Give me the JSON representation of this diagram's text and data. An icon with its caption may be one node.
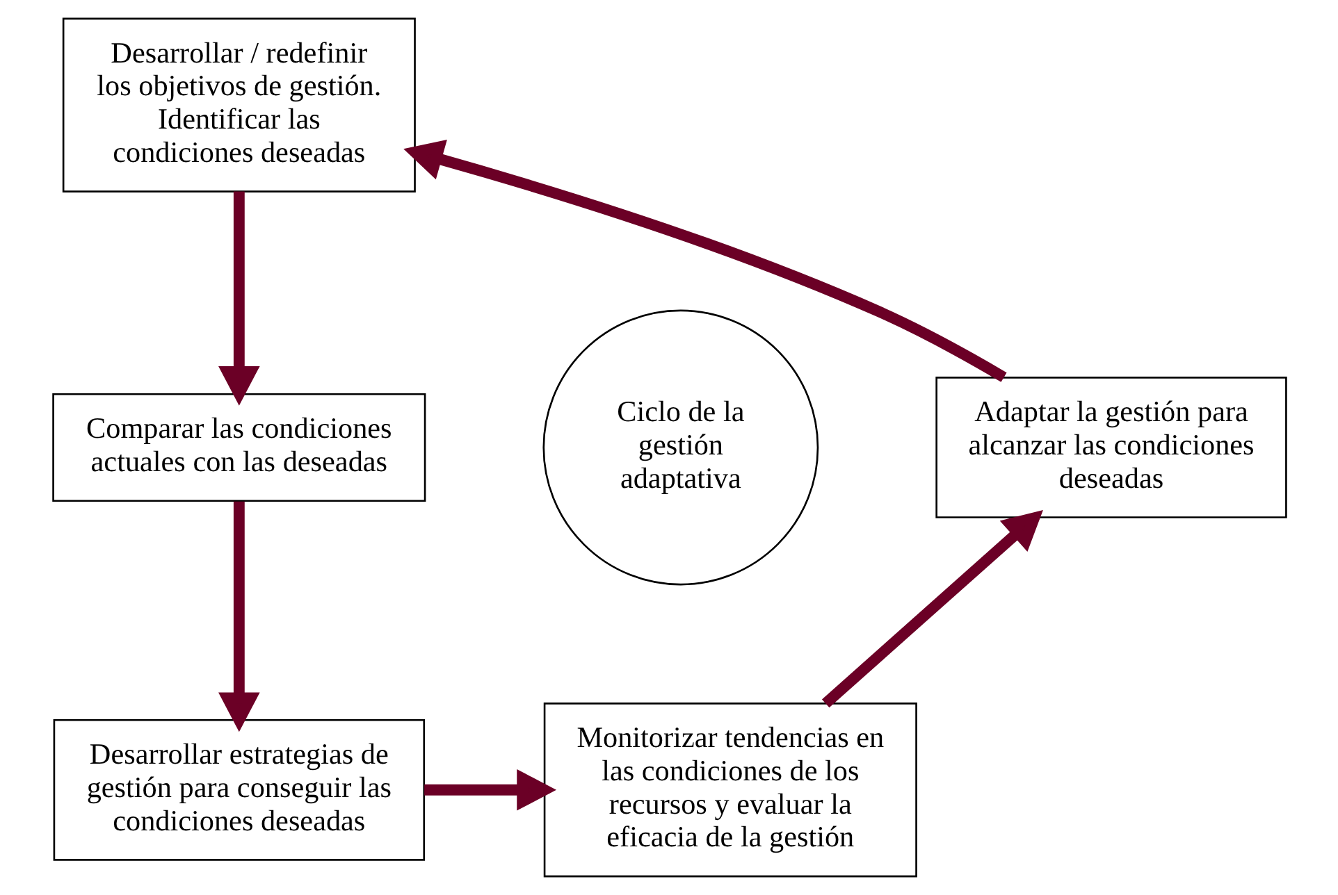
{
  "diagram": {
    "nodes": [
      {
        "text": [
          "Desarrollar / redefinir los objetivos de gestión. Identificar las condiciones deseadas"
        ]
      },
      {
        "text": [
          "Comparar las condiciones actuales con las deseadas"
        ]
      },
      {
        "text": [
          "Desarrollar estrategias de gestión para conseguir las condiciones deseadas"
        ]
      },
      {
        "text": [
          "Monitorizar tendencias en las condiciones de los recursos y evaluar la eficacia de la gestión"
        ]
      },
      {
        "text": [
          "Adaptar la gestión para alcanzar las condiciones deseadas"
        ]
      },
      {
        "text": [
          "Ciclo de la gestión adaptativa"
        ]
      }
    ],
    "edges": [
      {
        "from": 0,
        "to": 1,
        "arrow": "to"
      },
      {
        "from": 1,
        "to": 2,
        "arrow": "to"
      },
      {
        "from": 2,
        "to": 3,
        "arrow": "to"
      },
      {
        "from": 3,
        "to": 4,
        "arrow": "to"
      },
      {
        "from": 4,
        "to": 0,
        "arrow": "to"
      }
    ]
  }
}
